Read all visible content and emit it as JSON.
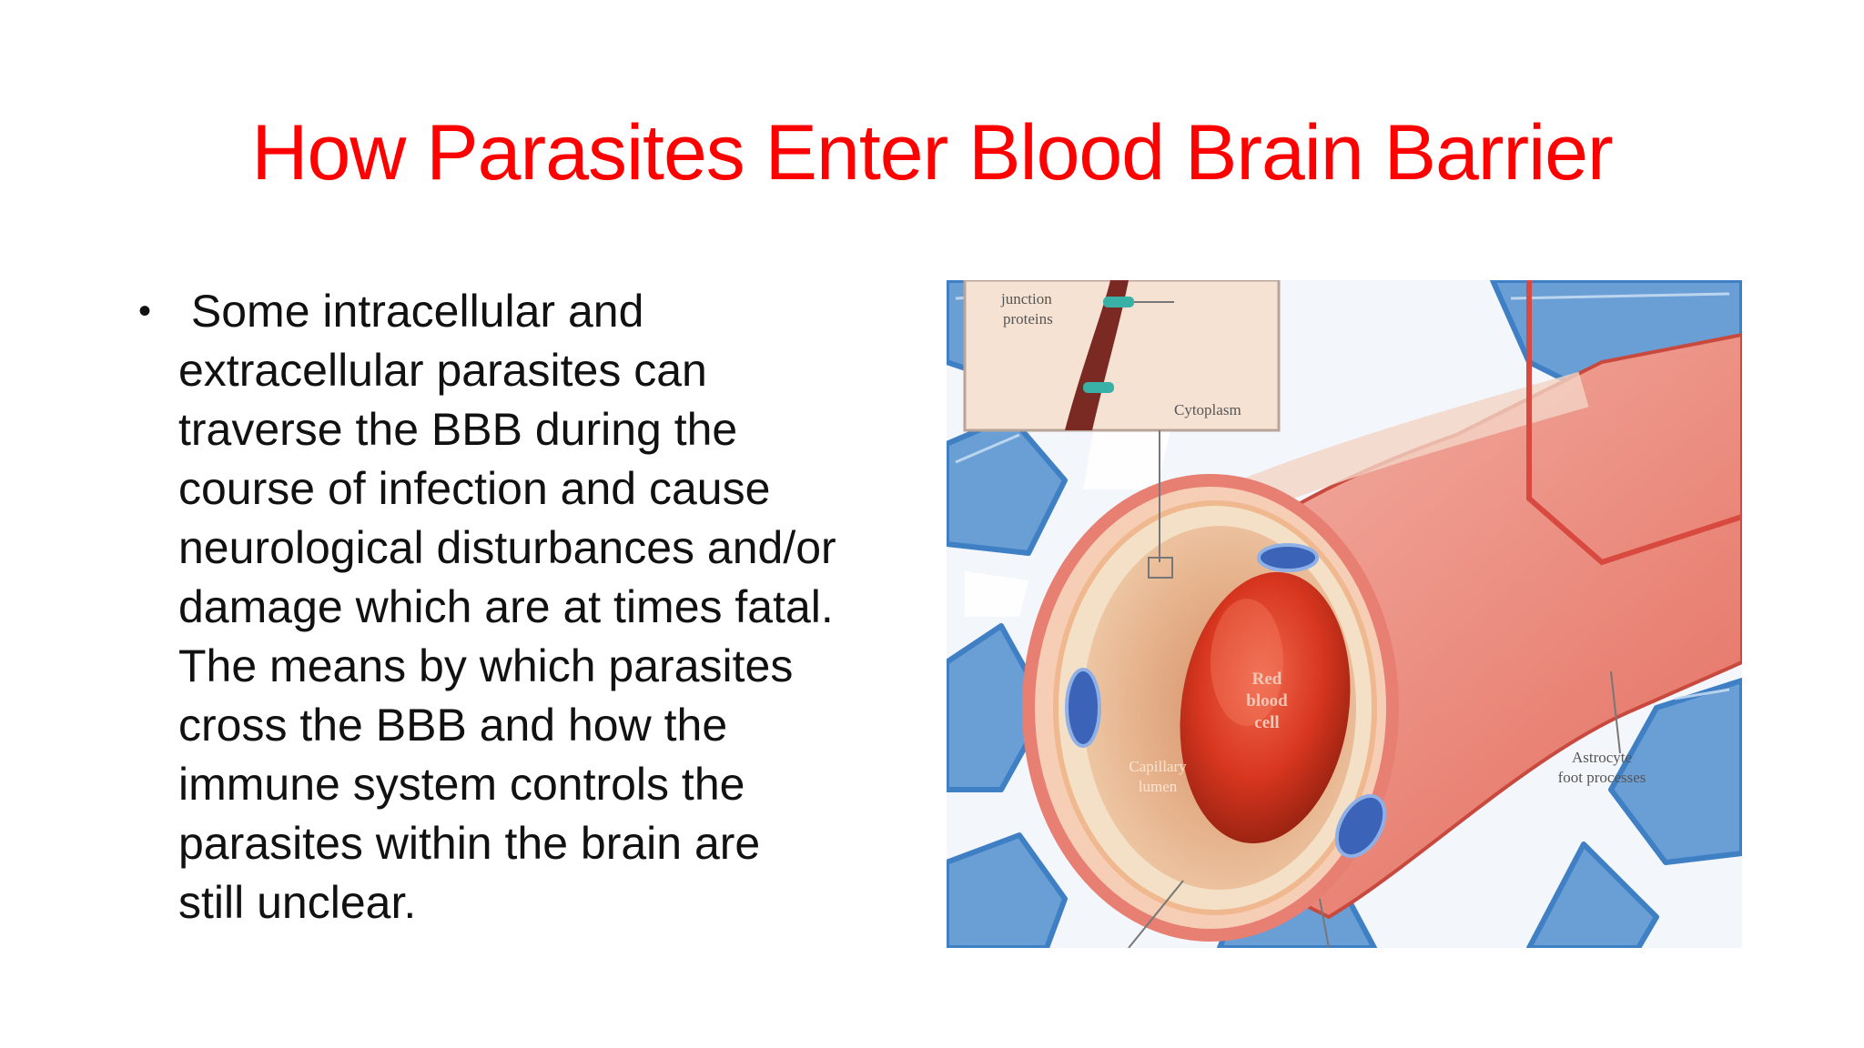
{
  "slide": {
    "title": "How Parasites Enter Blood Brain Barrier",
    "bullets": [
      {
        "marker": "•",
        "lines": [
          " Some intracellular and",
          "extracellular parasites can",
          "traverse the BBB during the",
          "course of infection and cause",
          "neurological disturbances and/or",
          "damage which are at times fatal.",
          "The means by which parasites",
          "cross the BBB and how the",
          "immune system controls the",
          "parasites within the brain are",
          "still unclear."
        ]
      }
    ]
  },
  "figure": {
    "labels": {
      "tight_junction_1": "junction",
      "tight_junction_2": "proteins",
      "cytoplasm": "Cytoplasm",
      "rbc_1": "Red",
      "rbc_2": "blood",
      "rbc_3": "cell",
      "capillary_1": "Capillary",
      "capillary_2": "lumen",
      "astrocyte_1": "Astrocyte",
      "astrocyte_2": "foot processes"
    },
    "colors": {
      "title": "#ff0000",
      "astrocyte_blue": "#4f8fd0",
      "vessel_red": "#e0504a",
      "lumen_tan": "#e6b48e",
      "rbc_red": "#d8361f"
    }
  }
}
